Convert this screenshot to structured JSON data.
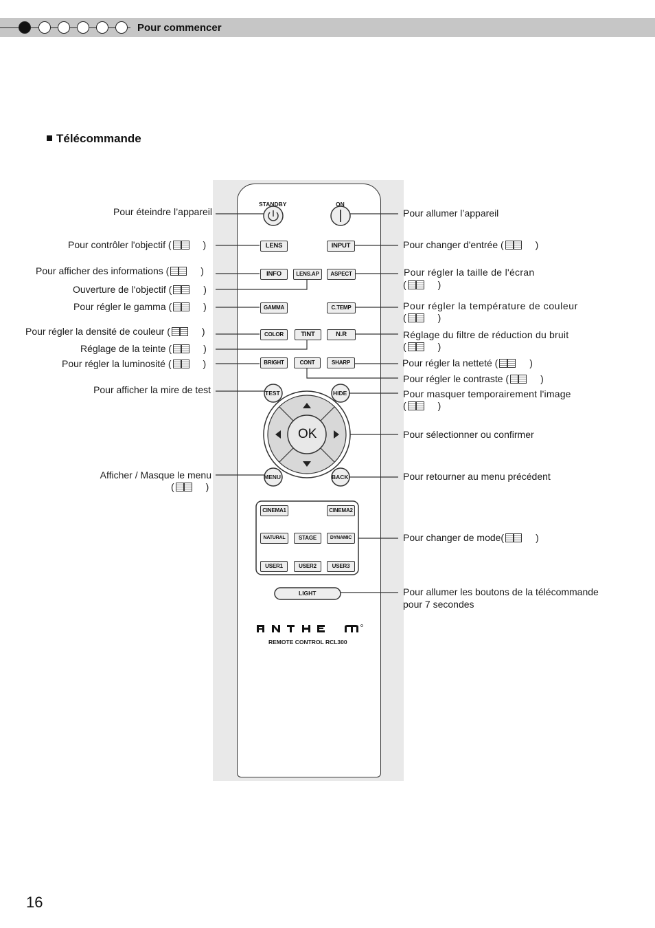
{
  "header": {
    "section": "Pour commencer",
    "steps": 6,
    "active_step": 1
  },
  "title": "Télécommande",
  "page_number": "16",
  "remote": {
    "top_labels": {
      "standby": "STANDBY",
      "on": "ON"
    },
    "buttons": {
      "lens": "LENS",
      "input": "INPUT",
      "info": "INFO",
      "lens_ap": "LENS.AP",
      "aspect": "ASPECT",
      "gamma": "GAMMA",
      "c_temp": "C.TEMP",
      "color": "COLOR",
      "tint": "TINT",
      "n_r": "N.R",
      "bright": "BRIGHT",
      "cont": "CONT",
      "sharp": "SHARP",
      "test": "TEST",
      "hide": "HIDE",
      "ok": "OK",
      "menu": "MENU",
      "back": "BACK",
      "cinema1": "CINEMA1",
      "cinema2": "CINEMA2",
      "natural": "NATURAL",
      "stage": "STAGE",
      "dynamic": "DYNAMIC",
      "user1": "USER1",
      "user2": "USER2",
      "user3": "USER3",
      "light": "LIGHT"
    },
    "brand": "ANTHEM",
    "model": "REMOTE CONTROL RCL300"
  },
  "labels_left": {
    "standby": "Pour éteindre l’appareil",
    "lens_pre": "Pour contrôler l'objectif (",
    "lens_post": ")",
    "info_pre": "Pour afficher des informations (",
    "info_post": ")",
    "lensap_pre": "Ouverture de l'objectif (",
    "lensap_post": ")",
    "gamma_pre": "Pour régler le gamma (",
    "gamma_post": ")",
    "color_pre": "Pour régler la densité de couleur (",
    "color_post": ")",
    "tint_pre": "Réglage de la teinte (",
    "tint_post": ")",
    "bright_pre": "Pour régler la luminosité (",
    "bright_post": ")",
    "test": "Pour afficher la mire de test",
    "menu_line1": "Afficher / Masque le menu",
    "menu_pre": "(",
    "menu_post": ")"
  },
  "labels_right": {
    "on": "Pour allumer l’appareil",
    "input_pre": "Pour changer d'entrée (",
    "input_post": ")",
    "aspect_line1": "Pour régler la taille de l'écran",
    "aspect_pre": "(",
    "aspect_post": ")",
    "ctemp_line1": "Pour régler la température de couleur",
    "ctemp_pre": "(",
    "ctemp_post": ")",
    "nr_line1": "Réglage du filtre de réduction du bruit",
    "nr_pre": "(",
    "nr_post": ")",
    "sharp_pre": "Pour régler la netteté (",
    "sharp_post": ")",
    "cont_pre": "Pour régler le contraste (",
    "cont_post": ")",
    "hide_line1": "Pour masquer temporairement l'image",
    "hide_pre": "(",
    "hide_post": ")",
    "ok": "Pour sélectionner ou confirmer",
    "back": "Pour retourner au menu précédent",
    "mode_pre": "Pour changer de mode(",
    "mode_post": ")",
    "light_line1": "Pour allumer les boutons de la télécommande",
    "light_line2": "pour 7 secondes"
  }
}
